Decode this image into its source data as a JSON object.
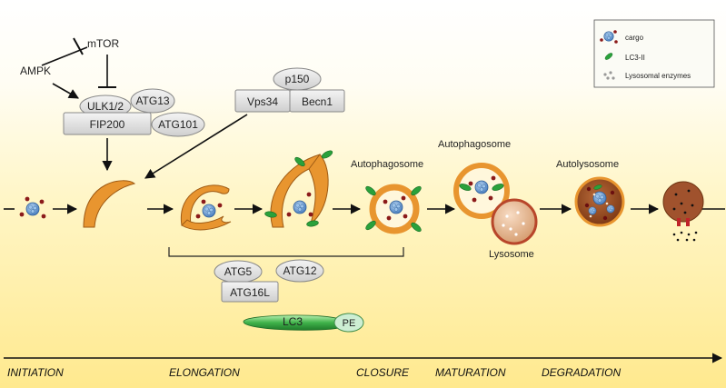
{
  "signaling": {
    "ampk": "AMPK",
    "mtor": "mTOR",
    "ulk": "ULK1/2",
    "atg13": "ATG13",
    "fip200": "FIP200",
    "atg101": "ATG101",
    "p150": "p150",
    "vps34": "Vps34",
    "becn1": "Becn1"
  },
  "conjugation": {
    "atg5": "ATG5",
    "atg12": "ATG12",
    "atg16l": "ATG16L",
    "lc3": "LC3",
    "pe": "PE"
  },
  "structures": {
    "autophagosome_1": "Autophagosome",
    "autophagosome_2": "Autophagosome",
    "autolysosome": "Autolysosome",
    "lysosome": "Lysosome"
  },
  "legend": {
    "items": [
      {
        "label": "cargo"
      },
      {
        "label": "LC3-II"
      },
      {
        "label": "Lysosomal enzymes"
      }
    ]
  },
  "stages": [
    "INITIATION",
    "ELONGATION",
    "CLOSURE",
    "MATURATION",
    "DEGRADATION"
  ],
  "colors": {
    "membrane": "#e8952f",
    "cargo": "#5b8fc9",
    "cargo_dots": "#8b1a1a",
    "lc3": "#2e9e3a",
    "box": "#e4e4e4",
    "autolysosome": "#a0522d"
  }
}
